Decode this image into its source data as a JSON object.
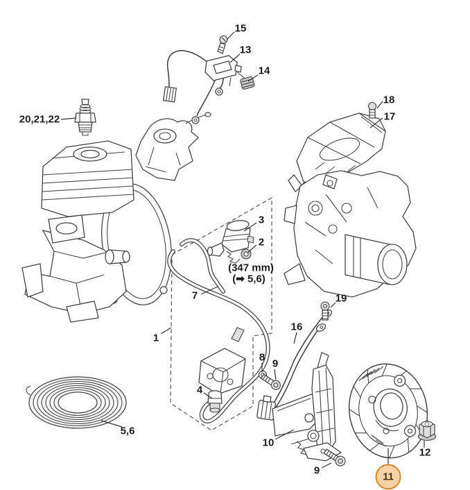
{
  "diagram": {
    "callouts": {
      "c1": "1",
      "c2": "2",
      "c3": "3",
      "c4": "4",
      "c5_6": "5,6",
      "c7": "7",
      "c8": "8",
      "c9_upper": "9",
      "c9_lower": "9",
      "c10": "10",
      "c11": "11",
      "c12": "12",
      "c13": "13",
      "c14": "14",
      "c15": "15",
      "c16": "16",
      "c17": "17",
      "c18": "18",
      "c19": "19",
      "c20_21_22": "20,21,22"
    },
    "notes": {
      "hose_length": "(347 mm)",
      "hose_ref": "(➡ 5,6)"
    },
    "highlight": {
      "part": "11",
      "fill": "#f8d1a4",
      "stroke": "#d4872f"
    },
    "colors": {
      "line": "#444444",
      "label": "#1c1c1c",
      "background": "#ffffff"
    }
  }
}
